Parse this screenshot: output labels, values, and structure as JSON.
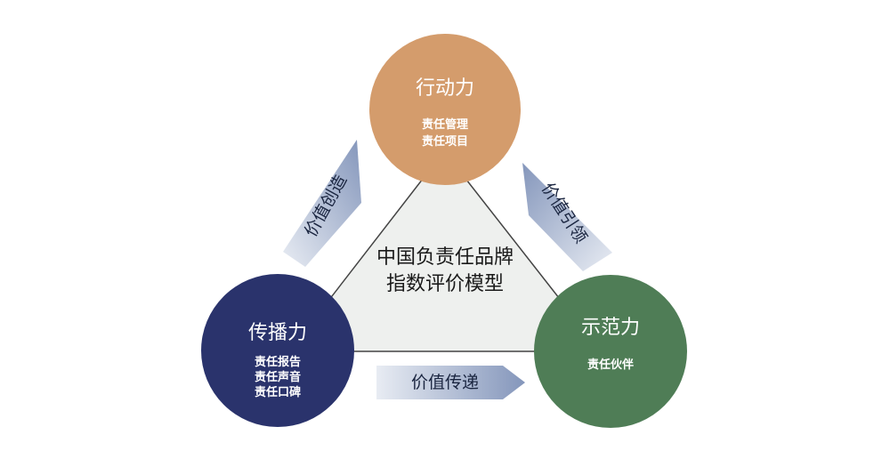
{
  "center": {
    "line1": "中国负责任品牌",
    "line2": "指数评价模型"
  },
  "nodes": {
    "top": {
      "title": "行动力",
      "items": [
        "责任管理",
        "责任项目"
      ],
      "color": "#d49c6c"
    },
    "left": {
      "title": "传播力",
      "items": [
        "责任报告",
        "责任声音",
        "责任口碑"
      ],
      "color": "#2a336c"
    },
    "right": {
      "title": "示范力",
      "items": [
        "责任伙伴"
      ],
      "color": "#4f7d56"
    }
  },
  "arrows": {
    "left": "价值创造",
    "right": "价值引领",
    "bottom": "价值传递"
  },
  "colors": {
    "triangle_fill": "#eef0ee",
    "triangle_stroke": "#444444",
    "arrow_light": "#e6eaf2",
    "arrow_dark": "#8a9cbe"
  }
}
